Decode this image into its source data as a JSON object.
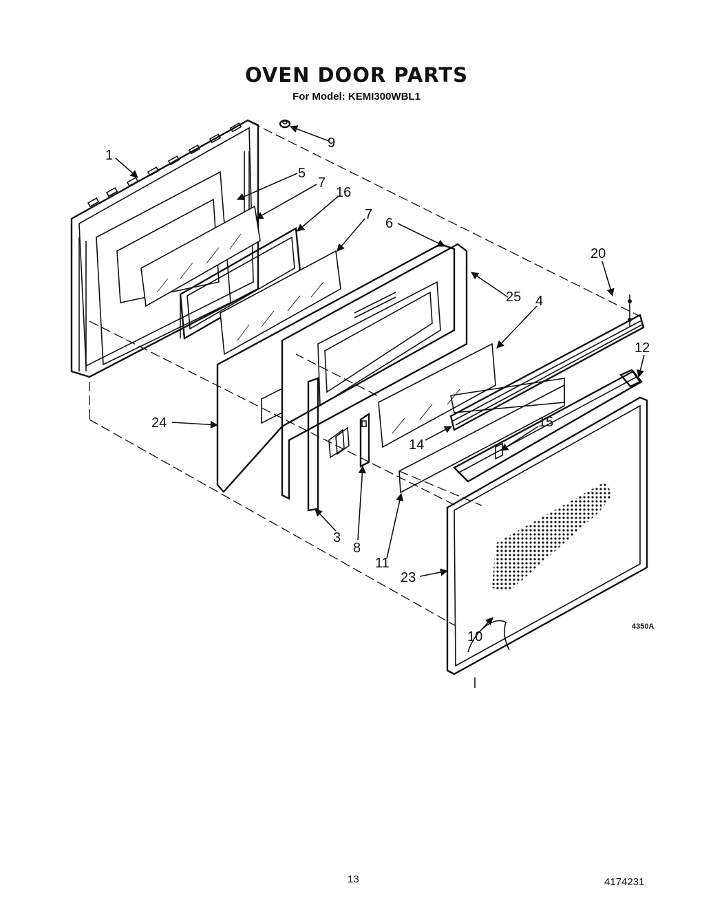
{
  "header": {
    "title": "OVEN DOOR PARTS",
    "subtitle": "For Model: KEMI300WBL1"
  },
  "diagram": {
    "figure_code": "4350A",
    "callouts": [
      "1",
      "5",
      "7",
      "16",
      "9",
      "7",
      "6",
      "20",
      "25",
      "4",
      "12",
      "24",
      "14",
      "15",
      "3",
      "8",
      "11",
      "23",
      "10"
    ]
  },
  "footer": {
    "page_number": "13",
    "document_number": "4174231"
  }
}
